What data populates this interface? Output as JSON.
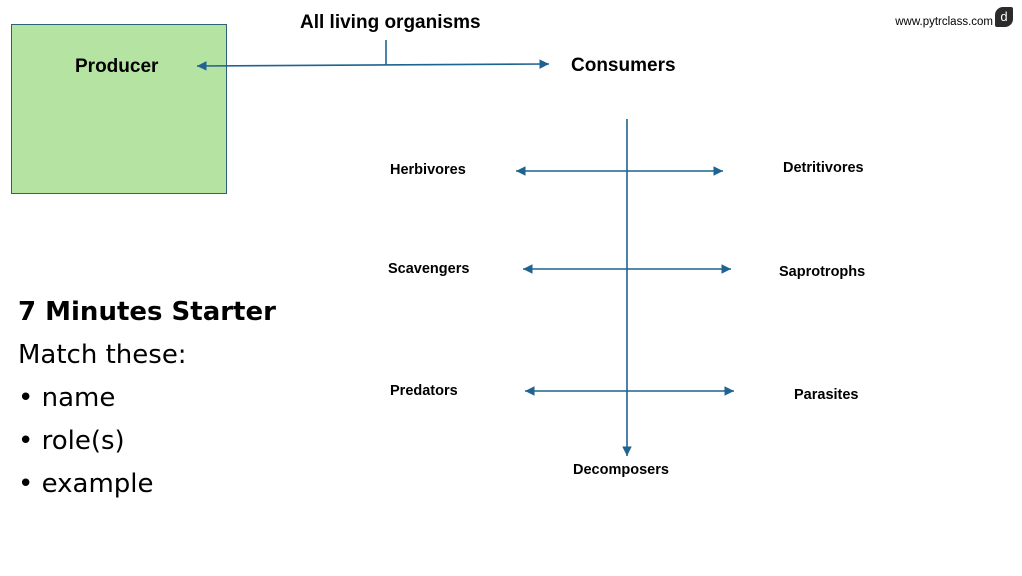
{
  "header": {
    "website": "www.pytrclass.com"
  },
  "diagram": {
    "root": "All living organisms",
    "producer": "Producer",
    "consumers": "Consumers",
    "left": [
      "Herbivores",
      "Scavengers",
      "Predators"
    ],
    "right": [
      "Detritivores",
      "Saprotrophs",
      "Parasites"
    ],
    "bottom": "Decomposers",
    "line_color": "#1f6391",
    "producer_fill": "#b5e4a2"
  },
  "starter": {
    "title": "7 Minutes Starter",
    "subtitle": "Match these:",
    "bullets": [
      "name",
      "role(s)",
      "example"
    ]
  }
}
